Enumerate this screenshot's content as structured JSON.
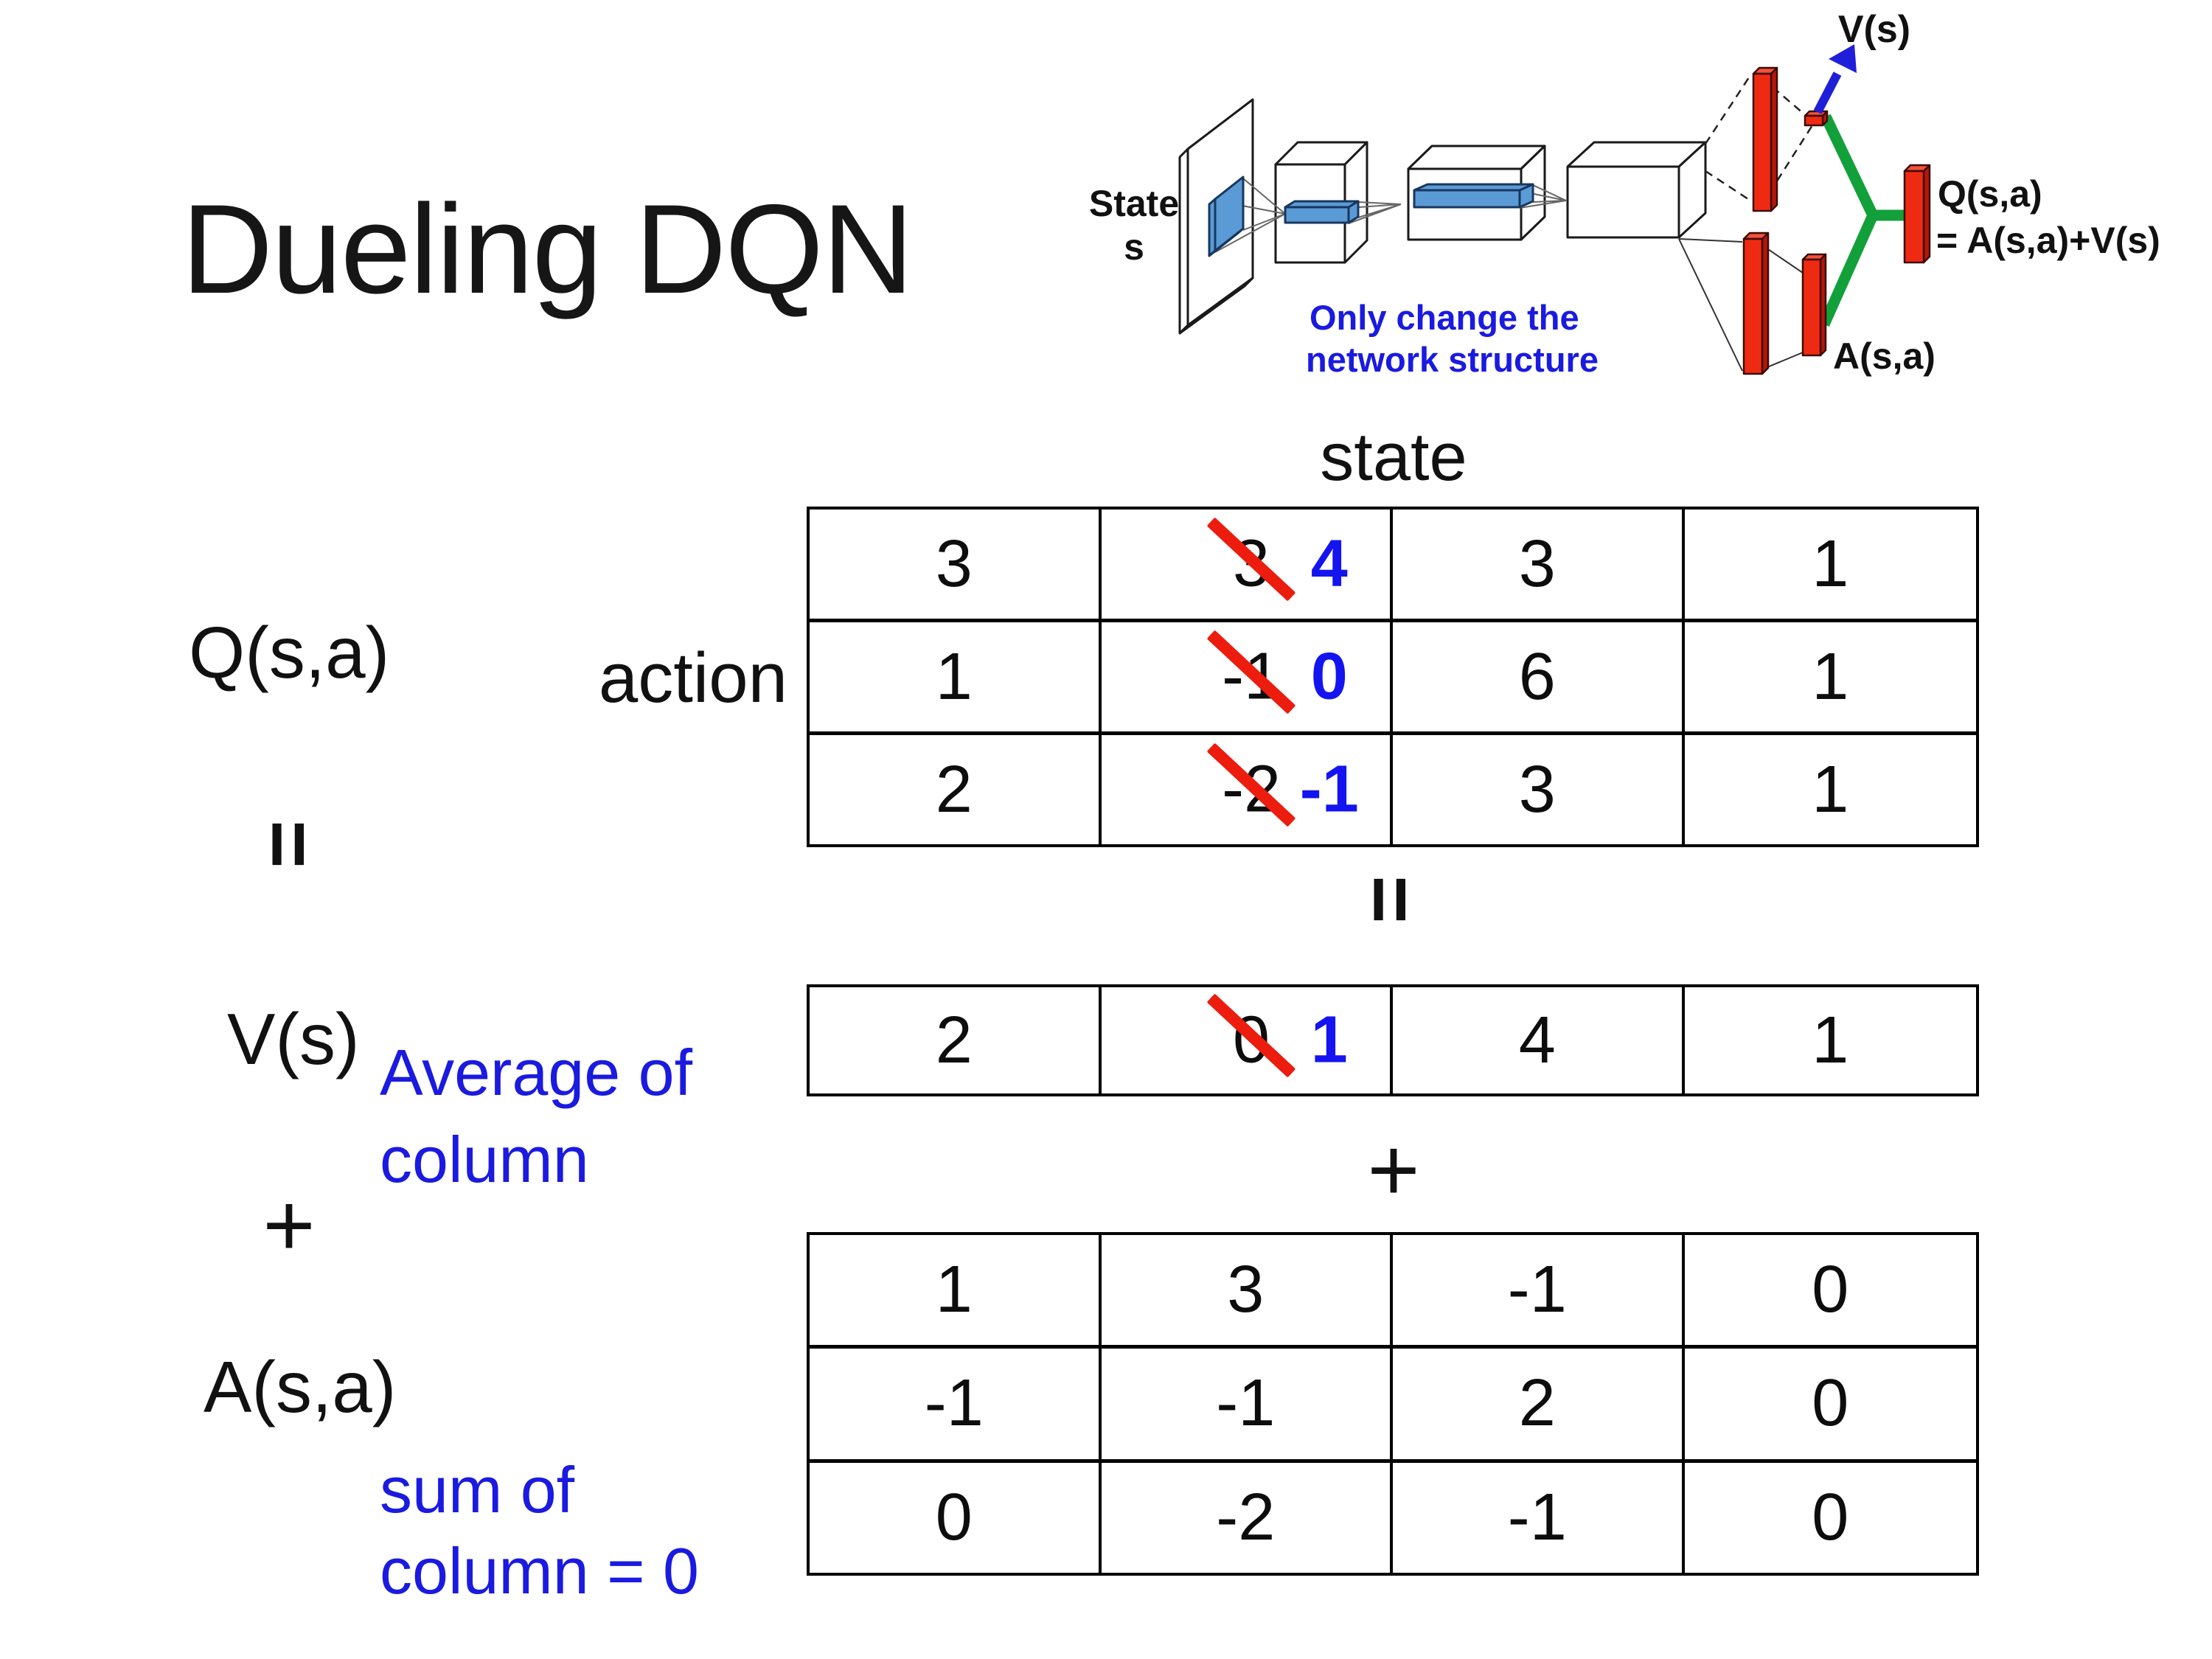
{
  "slide": {
    "title": "Dueling DQN",
    "background": "#ffffff"
  },
  "colors": {
    "accent_blue": "#1a1ae0",
    "corrected_value_blue": "#1414f0",
    "strike_red": "#ec1c0e",
    "diagram_green": "#12a03a",
    "diagram_filter_blue": "#5b9bd5",
    "fc_bar_red": "#ee2b12"
  },
  "diagram": {
    "state_line1": "State",
    "state_line2": "s",
    "v_out": "V(s)",
    "q_out": "Q(s,a)",
    "q_formula": "= A(s,a)+V(s)",
    "a_out": "A(s,a)",
    "note1": "Only change the",
    "note2": "network structure"
  },
  "equation": {
    "q_label": "Q(s,a)",
    "equals_left": "=",
    "v_label": "V(s)",
    "plus_left": "+",
    "a_label": "A(s,a)",
    "state_header": "state",
    "action_header": "action",
    "equals_mid": "=",
    "plus_mid": "+",
    "avg_note1": "Average of",
    "avg_note2": "column",
    "sum_note1": "sum of",
    "sum_note2": "column = 0"
  },
  "tables": {
    "q": {
      "rows": [
        [
          {
            "v": "3"
          },
          {
            "old": "3",
            "new": "4"
          },
          {
            "v": "3"
          },
          {
            "v": "1"
          }
        ],
        [
          {
            "v": "1"
          },
          {
            "old": "-1",
            "new": "0"
          },
          {
            "v": "6"
          },
          {
            "v": "1"
          }
        ],
        [
          {
            "v": "2"
          },
          {
            "old": "-2",
            "new": "-1"
          },
          {
            "v": "3"
          },
          {
            "v": "1"
          }
        ]
      ]
    },
    "v": {
      "rows": [
        [
          {
            "v": "2"
          },
          {
            "old": "0",
            "new": "1"
          },
          {
            "v": "4"
          },
          {
            "v": "1"
          }
        ]
      ]
    },
    "a": {
      "rows": [
        [
          {
            "v": "1"
          },
          {
            "v": "3"
          },
          {
            "v": "-1"
          },
          {
            "v": "0"
          }
        ],
        [
          {
            "v": "-1"
          },
          {
            "v": "-1"
          },
          {
            "v": "2"
          },
          {
            "v": "0"
          }
        ],
        [
          {
            "v": "0"
          },
          {
            "v": "-2"
          },
          {
            "v": "-1"
          },
          {
            "v": "0"
          }
        ]
      ]
    }
  }
}
